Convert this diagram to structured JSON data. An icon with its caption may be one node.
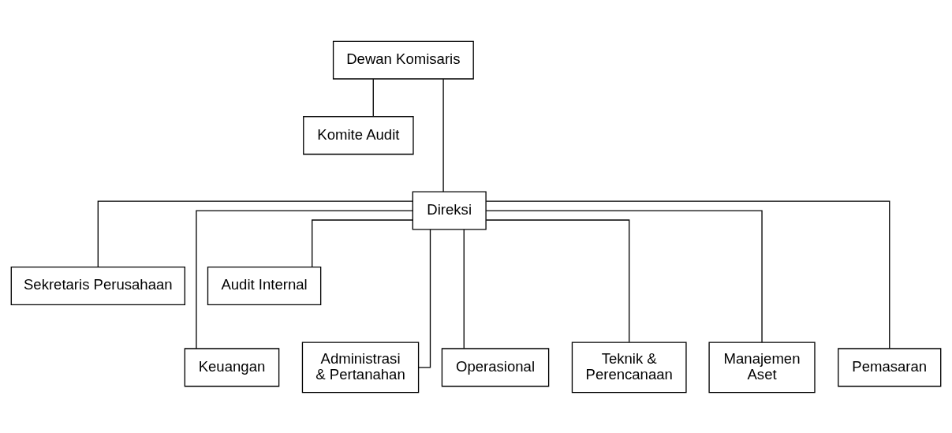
{
  "diagram": {
    "nodes": [
      {
        "text": [
          "Dewan Komisaris"
        ]
      },
      {
        "text": [
          "Komite Audit"
        ]
      },
      {
        "text": [
          "Direksi"
        ]
      },
      {
        "text": [
          "Sekretaris Perusahaan"
        ]
      },
      {
        "text": [
          "Audit Internal"
        ]
      },
      {
        "text": [
          "Keuangan"
        ]
      },
      {
        "text": [
          "Administrasi & Pertanahan"
        ]
      },
      {
        "text": [
          "Operasional"
        ]
      },
      {
        "text": [
          "Teknik & Perencanaan"
        ]
      },
      {
        "text": [
          "Manajemen Aset"
        ]
      },
      {
        "text": [
          "Pemasaran"
        ]
      }
    ],
    "edges": [
      {
        "from": 0,
        "to": 1,
        "arrow": "none"
      },
      {
        "from": 0,
        "to": 2,
        "arrow": "none"
      },
      {
        "from": 2,
        "to": 3,
        "arrow": "none"
      },
      {
        "from": 2,
        "to": 4,
        "arrow": "none"
      },
      {
        "from": 2,
        "to": 5,
        "arrow": "none"
      },
      {
        "from": 2,
        "to": 6,
        "arrow": "none"
      },
      {
        "from": 2,
        "to": 7,
        "arrow": "none"
      },
      {
        "from": 2,
        "to": 8,
        "arrow": "none"
      },
      {
        "from": 2,
        "to": 9,
        "arrow": "none"
      },
      {
        "from": 2,
        "to": 10,
        "arrow": "none"
      }
    ]
  }
}
